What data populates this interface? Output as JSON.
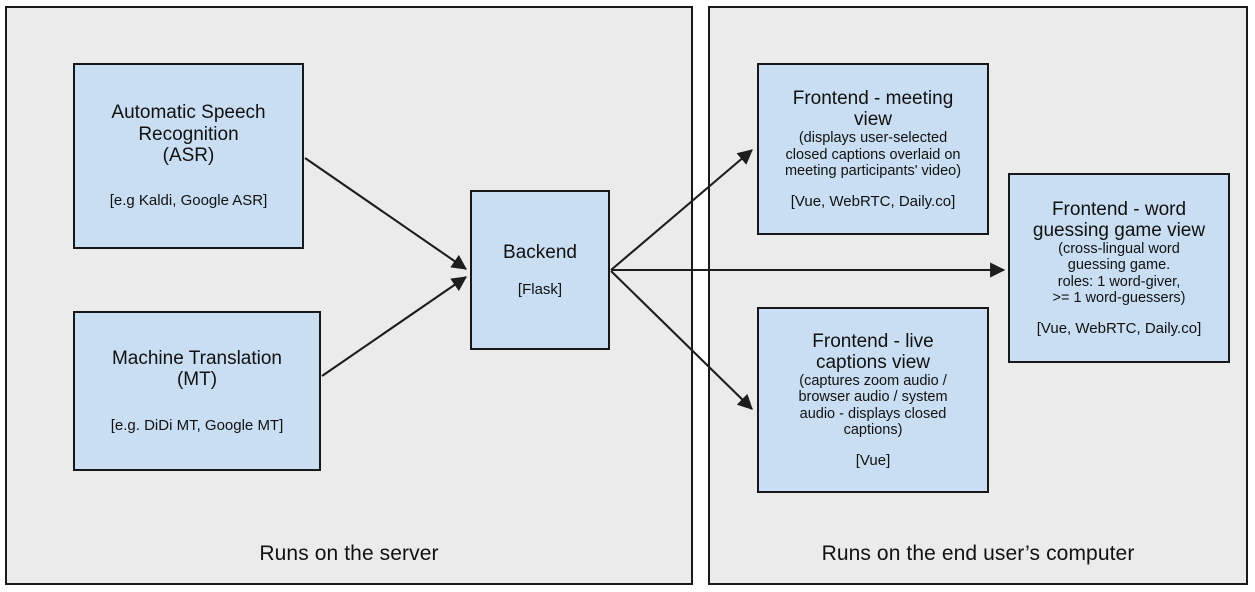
{
  "diagram": {
    "panels": [
      {
        "id": "server",
        "label": "Runs on the server"
      },
      {
        "id": "client",
        "label": "Runs on the end user’s computer"
      }
    ],
    "nodes": [
      {
        "id": "asr",
        "title": "Automatic Speech\nRecognition\n(ASR)",
        "desc": "",
        "tech": "[e.g Kaldi, Google ASR]"
      },
      {
        "id": "mt",
        "title": "Machine Translation\n(MT)",
        "desc": "",
        "tech": "[e.g. DiDi MT, Google MT]"
      },
      {
        "id": "backend",
        "title": "Backend",
        "desc": "",
        "tech": "[Flask]"
      },
      {
        "id": "meeting-view",
        "title": "Frontend - meeting\nview",
        "desc": "(displays user-selected\nclosed captions overlaid on\nmeeting participants' video)",
        "tech": "[Vue, WebRTC, Daily.co]"
      },
      {
        "id": "live-captions-view",
        "title": "Frontend - live\ncaptions view",
        "desc": "(captures zoom audio /\nbrowser audio / system\naudio - displays closed\ncaptions)",
        "tech": "[Vue]"
      },
      {
        "id": "word-guessing-game-view",
        "title": "Frontend - word\nguessing game view",
        "desc": "(cross-lingual word\nguessing game.\nroles: 1 word-giver,\n>= 1 word-guessers)",
        "tech": "[Vue, WebRTC, Daily.co]"
      }
    ],
    "edges": [
      {
        "id": "asr-to-backend",
        "from": "asr",
        "to": "backend"
      },
      {
        "id": "mt-to-backend",
        "from": "mt",
        "to": "backend"
      },
      {
        "id": "backend-to-meeting-view",
        "from": "backend",
        "to": "meeting-view"
      },
      {
        "id": "backend-to-word-guessing-game-view",
        "from": "backend",
        "to": "word-guessing-game-view"
      },
      {
        "id": "backend-to-live-captions-view",
        "from": "backend",
        "to": "live-captions-view"
      }
    ],
    "colors": {
      "node_fill": "#c9def2",
      "node_stroke": "#16181a",
      "panel_fill": "#ebebeb",
      "panel_stroke": "#1a1a1a",
      "arrow": "#1d1d1d",
      "page_background": "#ffffff"
    }
  }
}
